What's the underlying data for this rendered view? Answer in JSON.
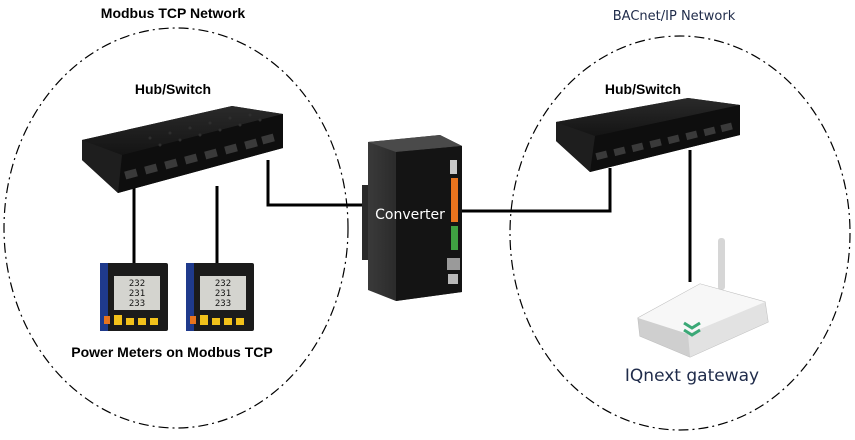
{
  "left_network": {
    "title": "Modbus TCP Network",
    "switch_label": "Hub/Switch",
    "meters_label": "Power Meters on Modbus TCP"
  },
  "right_network": {
    "title": "BACnet/IP Network",
    "switch_label": "Hub/Switch",
    "gateway_label": "IQnext gateway"
  },
  "converter": {
    "label": "Converter"
  },
  "meter_display": [
    "232",
    "231",
    "233"
  ],
  "colors": {
    "device_black": "#1b1b1b",
    "meter_blue": "#1f3a8c",
    "meter_yellow": "#f2c21b",
    "converter_orange": "#e8741e",
    "converter_green": "#3fa142",
    "gateway_green": "#3aa876",
    "label_dark_blue": "#1f2b4a"
  }
}
